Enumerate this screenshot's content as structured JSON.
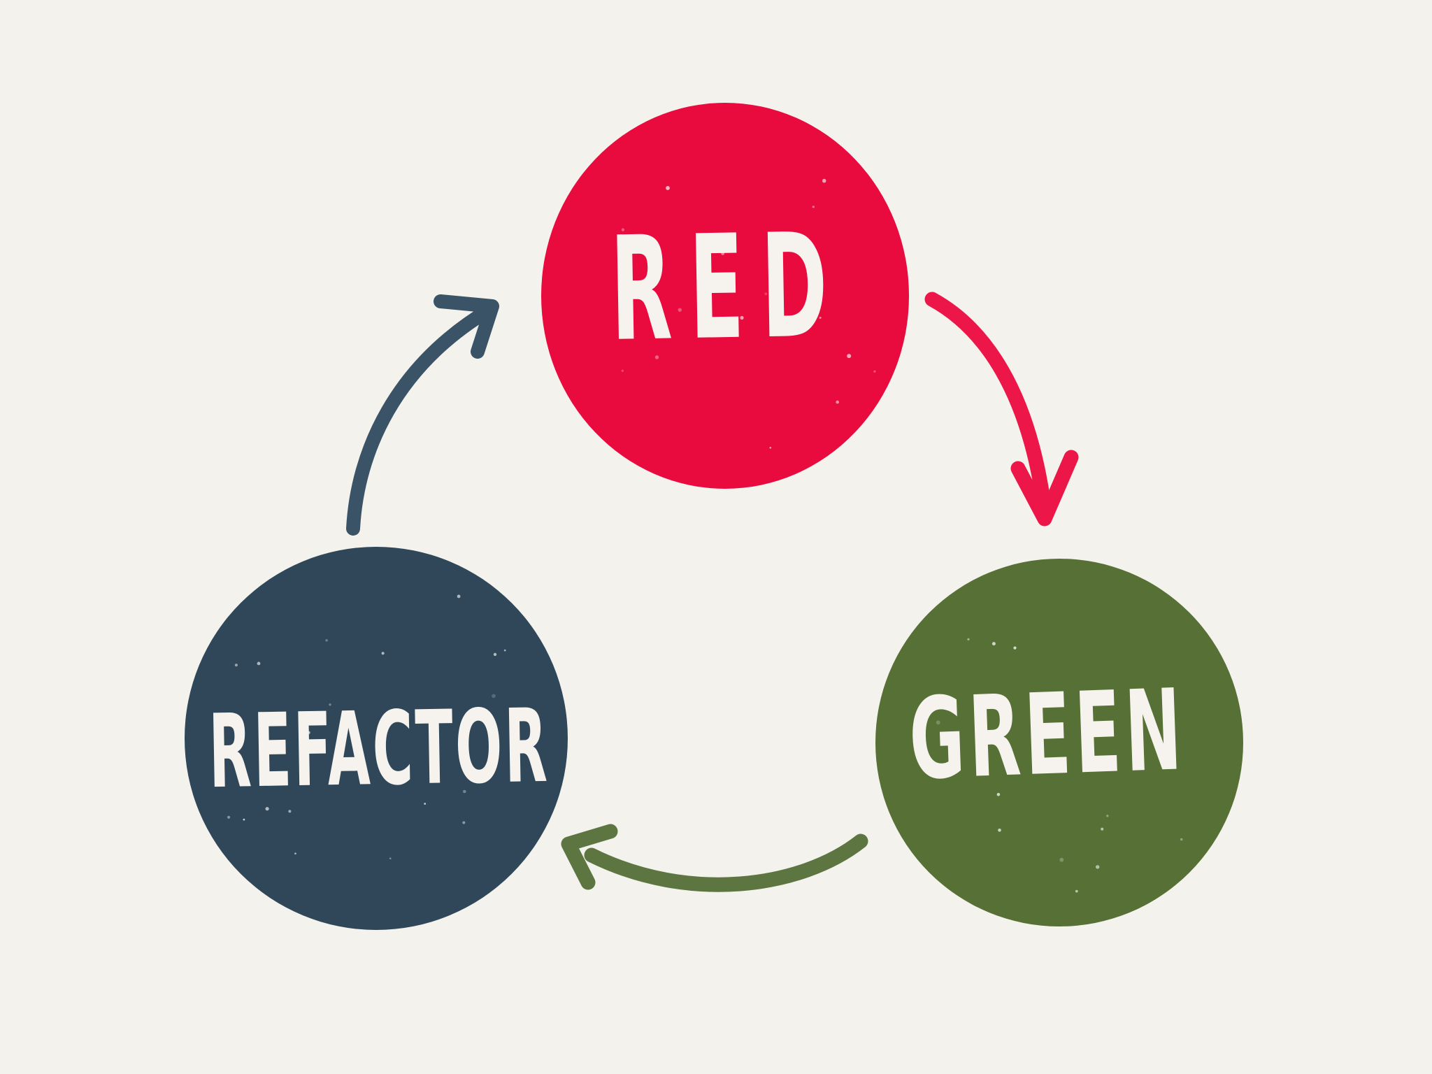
{
  "diagram": {
    "name": "red-green-refactor-cycle",
    "background_color": "#F4F2ED",
    "label_color": "#F6F3EE",
    "nodes": [
      {
        "id": "red",
        "label": "RED",
        "color": "#E90B3E"
      },
      {
        "id": "green",
        "label": "GREEN",
        "color": "#567036"
      },
      {
        "id": "refactor",
        "label": "REFACTOR",
        "color": "#2F4759"
      }
    ],
    "arrows": [
      {
        "id": "red-to-green",
        "from": "RED",
        "to": "GREEN",
        "color": "#EC1748"
      },
      {
        "id": "green-to-refactor",
        "from": "GREEN",
        "to": "REFACTOR",
        "color": "#5D7540"
      },
      {
        "id": "refactor-to-red",
        "from": "REFACTOR",
        "to": "RED",
        "color": "#3B5366"
      }
    ]
  }
}
